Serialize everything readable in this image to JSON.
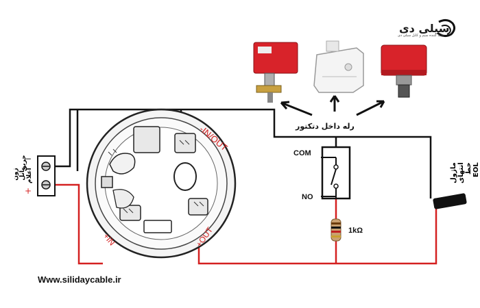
{
  "logo": {
    "brand": "سیلی دی",
    "tagline": "تولید کننده سیم و کابل سیلی دی"
  },
  "website": "Www.silidaycable.ir",
  "labels": {
    "relay": "رله داخل دتکتور",
    "com": "COM",
    "no": "NO",
    "resistor": "1kΩ",
    "zone_line1": "زون پانل اعلام",
    "zone_line2": "حریق",
    "minus": "−",
    "plus": "+",
    "eol_line1": "ماژول انتهای خط EOL",
    "terminal_in_out_neg": "-IN/OUT",
    "terminal_out_pos": "+OUT",
    "terminal_in_pos": "+IN"
  },
  "colors": {
    "wire_black": "#111111",
    "wire_red": "#d42020",
    "device_red": "#d8232a"
  }
}
